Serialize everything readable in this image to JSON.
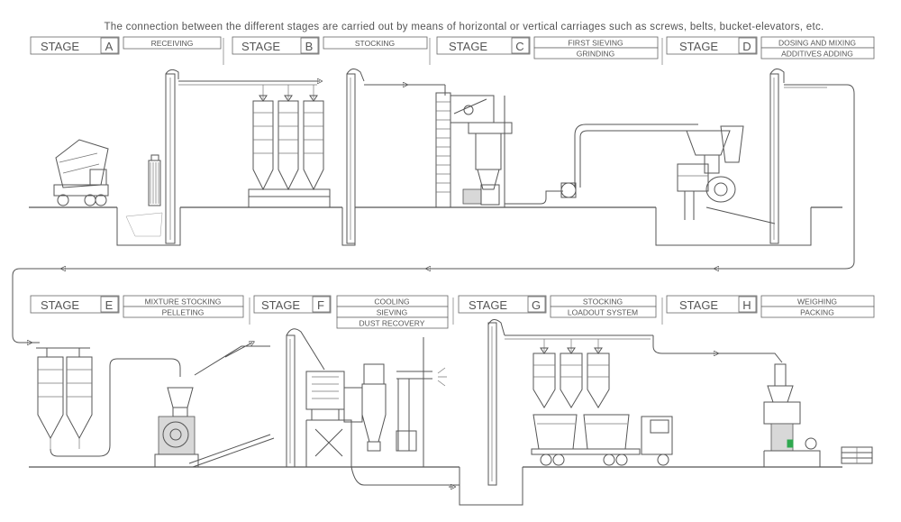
{
  "caption": "The connection between the different stages are carried out by means of horizontal or vertical carriages such as screws, belts, bucket-elevators, etc.",
  "stage_word": "STAGE",
  "stages": [
    {
      "letter": "A",
      "desc": [
        "RECEIVING"
      ]
    },
    {
      "letter": "B",
      "desc": [
        "STOCKING"
      ]
    },
    {
      "letter": "C",
      "desc": [
        "FIRST SIEVING",
        "GRINDING"
      ]
    },
    {
      "letter": "D",
      "desc": [
        "DOSING AND MIXING",
        "ADDITIVES ADDING"
      ]
    },
    {
      "letter": "E",
      "desc": [
        "MIXTURE STOCKING",
        "PELLETING"
      ]
    },
    {
      "letter": "F",
      "desc": [
        "COOLING",
        "SIEVING",
        "DUST RECOVERY"
      ]
    },
    {
      "letter": "G",
      "desc": [
        "STOCKING",
        "LOADOUT SYSTEM"
      ]
    },
    {
      "letter": "H",
      "desc": [
        "WEIGHING",
        "PACKING"
      ]
    }
  ],
  "colors": {
    "line": "#555555",
    "text": "#555555",
    "fill": "#d8d8d8",
    "accent": "#2fa84f"
  }
}
